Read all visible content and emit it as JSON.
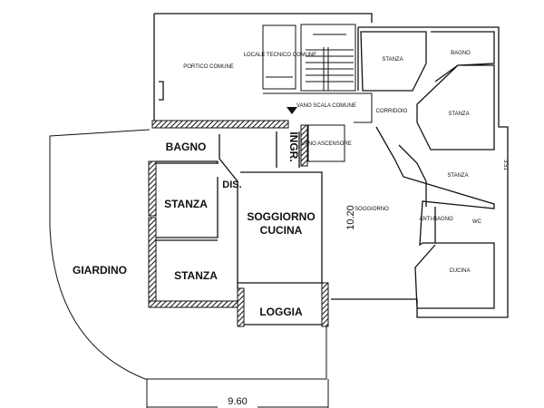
{
  "plan": {
    "common": {
      "portico": "PORTICO COMUNE",
      "locale_tecnico": "LOCALE TECNICO COMUNE",
      "vano_scala": "VANO SCALA COMUNE",
      "vano_ascensore": "VANO ASCENSORE"
    },
    "main_unit": {
      "bagno": "BAGNO",
      "ingresso": "INGR.",
      "disimpegno": "DIS.",
      "stanza_1": "STANZA",
      "soggiorno_line1": "SOGGIORNO",
      "soggiorno_line2": "CUCINA",
      "stanza_2": "STANZA",
      "loggia": "LOGGIA",
      "giardino": "GIARDINO"
    },
    "other_unit": {
      "stanza_top": "STANZA",
      "bagno": "BAGNO",
      "corridoio": "CORRIDOIO",
      "stanza_mid": "STANZA",
      "stanza_low": "STANZA",
      "soggiorno": "SOGGIORNO",
      "anti_bagno": "ANTI-BAGNO",
      "wc": "WC",
      "cucina": "CUCINA"
    },
    "dimensions": {
      "height": "10.20",
      "width": "9.60",
      "side": "3.51"
    }
  }
}
